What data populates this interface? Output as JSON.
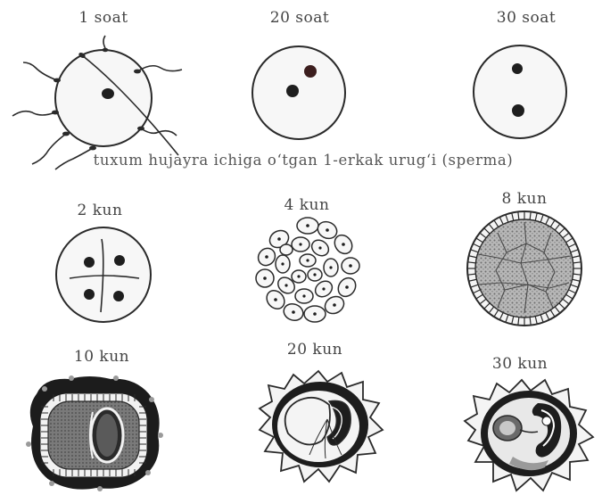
{
  "stages": [
    {
      "id": "s1",
      "label": "1 soat"
    },
    {
      "id": "s2",
      "label": "20 soat"
    },
    {
      "id": "s3",
      "label": "30 soat"
    },
    {
      "id": "s4",
      "label": "2 kun"
    },
    {
      "id": "s5",
      "label": "4 kun"
    },
    {
      "id": "s6",
      "label": "8 kun"
    },
    {
      "id": "s7",
      "label": "10 kun"
    },
    {
      "id": "s8",
      "label": "20 kun"
    },
    {
      "id": "s9",
      "label": "30 kun"
    }
  ],
  "caption": "tuxum hujayra ichiga o‘tgan 1-erkak urug‘i (sperma)",
  "colors": {
    "ink": "#2a2a2a",
    "cell_fill": "#f7f7f7",
    "nucleus": "#1e1e1e",
    "nucleus_dark": "#3c1e1e",
    "texture": "#8d8d8d",
    "embryo_dark": "#1d1d1d"
  }
}
